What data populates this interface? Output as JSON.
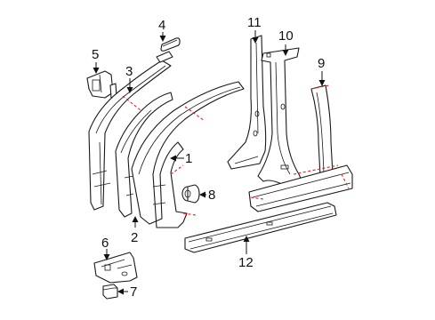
{
  "diagram": {
    "callouts": {
      "c1": "1",
      "c2": "2",
      "c3": "3",
      "c4": "4",
      "c5": "5",
      "c6": "6",
      "c7": "7",
      "c8": "8",
      "c9": "9",
      "c10": "10",
      "c11": "11",
      "c12": "12"
    },
    "colors": {
      "line": "#1a1a1a",
      "cut_line": "#e0202a",
      "background": "#ffffff"
    }
  }
}
